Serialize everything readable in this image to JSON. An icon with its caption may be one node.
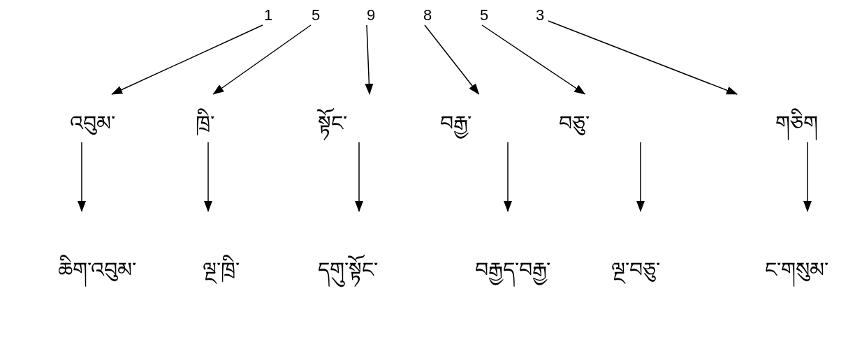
{
  "diagram": {
    "nodes": [
      {
        "text": [
          "1"
        ]
      },
      {
        "text": [
          "5"
        ]
      },
      {
        "text": [
          "9"
        ]
      },
      {
        "text": [
          "8"
        ]
      },
      {
        "text": [
          "5"
        ]
      },
      {
        "text": [
          "3"
        ]
      },
      {
        "text": [
          "འབུམ་"
        ]
      },
      {
        "text": [
          "ཁྲི་"
        ]
      },
      {
        "text": [
          "སྟོང་"
        ]
      },
      {
        "text": [
          "བརྒྱ་"
        ]
      },
      {
        "text": [
          "བཅུ་"
        ]
      },
      {
        "text": [
          "གཅིག"
        ]
      },
      {
        "text": [
          "ཆིག་འབུམ་"
        ]
      },
      {
        "text": [
          "ལྔ་ཁྲི་"
        ]
      },
      {
        "text": [
          "དགུ་སྟོང་"
        ]
      },
      {
        "text": [
          "བརྒྱད་བརྒྱ་"
        ]
      },
      {
        "text": [
          "ལྔ་བཅུ་"
        ]
      },
      {
        "text": [
          "ང་གསུམ་"
        ]
      }
    ],
    "edges": [
      {
        "from": 0,
        "to": 6,
        "arrow": "to"
      },
      {
        "from": 1,
        "to": 7,
        "arrow": "to"
      },
      {
        "from": 2,
        "to": 8,
        "arrow": "to"
      },
      {
        "from": 3,
        "to": 9,
        "arrow": "to"
      },
      {
        "from": 4,
        "to": 10,
        "arrow": "to"
      },
      {
        "from": 5,
        "to": 11,
        "arrow": "to"
      },
      {
        "from": 6,
        "to": 12,
        "arrow": "to"
      },
      {
        "from": 7,
        "to": 13,
        "arrow": "to"
      },
      {
        "from": 8,
        "to": 14,
        "arrow": "to"
      },
      {
        "from": 9,
        "to": 15,
        "arrow": "to"
      },
      {
        "from": 10,
        "to": 16,
        "arrow": "to"
      },
      {
        "from": 11,
        "to": 17,
        "arrow": "to"
      }
    ]
  }
}
